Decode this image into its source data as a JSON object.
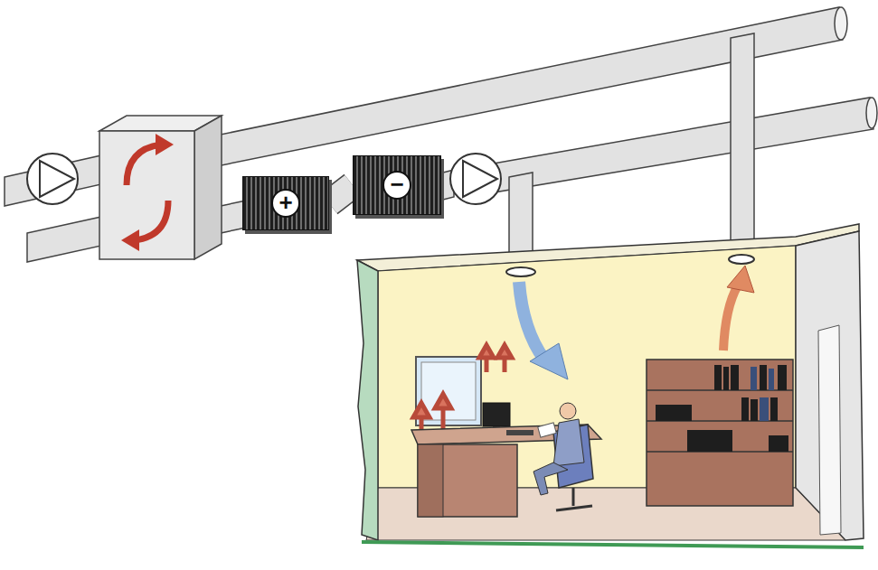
{
  "diagram": {
    "nodes": [
      {
        "text": [
          "+"
        ]
      },
      {
        "text": [
          "−"
        ]
      }
    ],
    "edges": [
      {
        "from": 0,
        "to": 1,
        "arrow": "none"
      }
    ]
  }
}
